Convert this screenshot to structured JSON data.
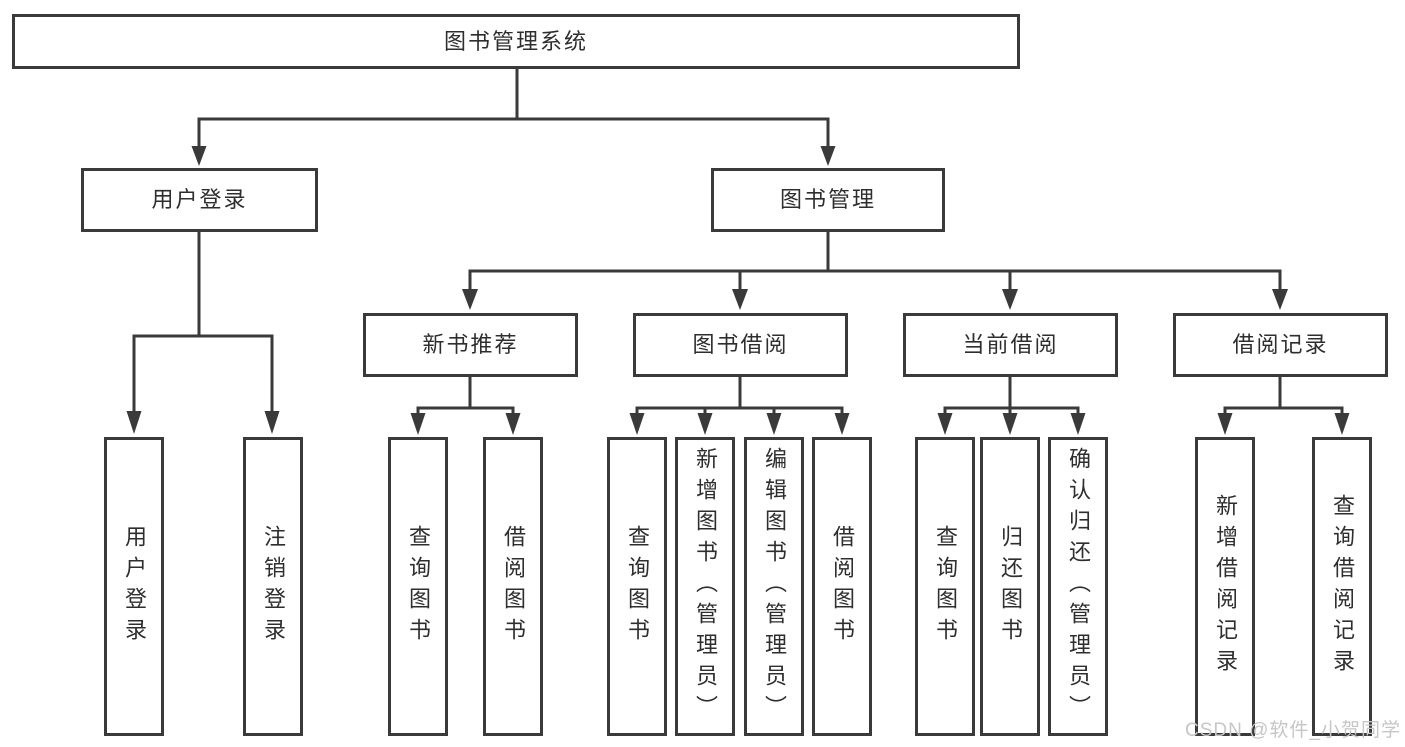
{
  "diagram": {
    "root": {
      "label": "图书管理系统"
    },
    "level2": [
      {
        "label": "用户登录"
      },
      {
        "label": "图书管理"
      }
    ],
    "level3": [
      {
        "label": "新书推荐"
      },
      {
        "label": "图书借阅"
      },
      {
        "label": "当前借阅"
      },
      {
        "label": "借阅记录"
      }
    ],
    "leaves": {
      "user": [
        {
          "label": "用户登录"
        },
        {
          "label": "注销登录"
        }
      ],
      "recommend": [
        {
          "label": "查询图书"
        },
        {
          "label": "借阅图书"
        }
      ],
      "borrow": [
        {
          "label": "查询图书"
        },
        {
          "label": "新增图书（管理员）"
        },
        {
          "label": "编辑图书（管理员）"
        },
        {
          "label": "借阅图书"
        }
      ],
      "current": [
        {
          "label": "查询图书"
        },
        {
          "label": "归还图书"
        },
        {
          "label": "确认归还（管理员）"
        }
      ],
      "records": [
        {
          "label": "新增借阅记录"
        },
        {
          "label": "查询借阅记录"
        }
      ]
    }
  },
  "watermark": {
    "text": "CSDN @软件_小贺同学"
  },
  "colors": {
    "line": "#3a3a3a",
    "box_fill": "#ffffff",
    "text": "#2e2e2e",
    "watermark": "#c6c6c6",
    "background": "#ffffff"
  }
}
